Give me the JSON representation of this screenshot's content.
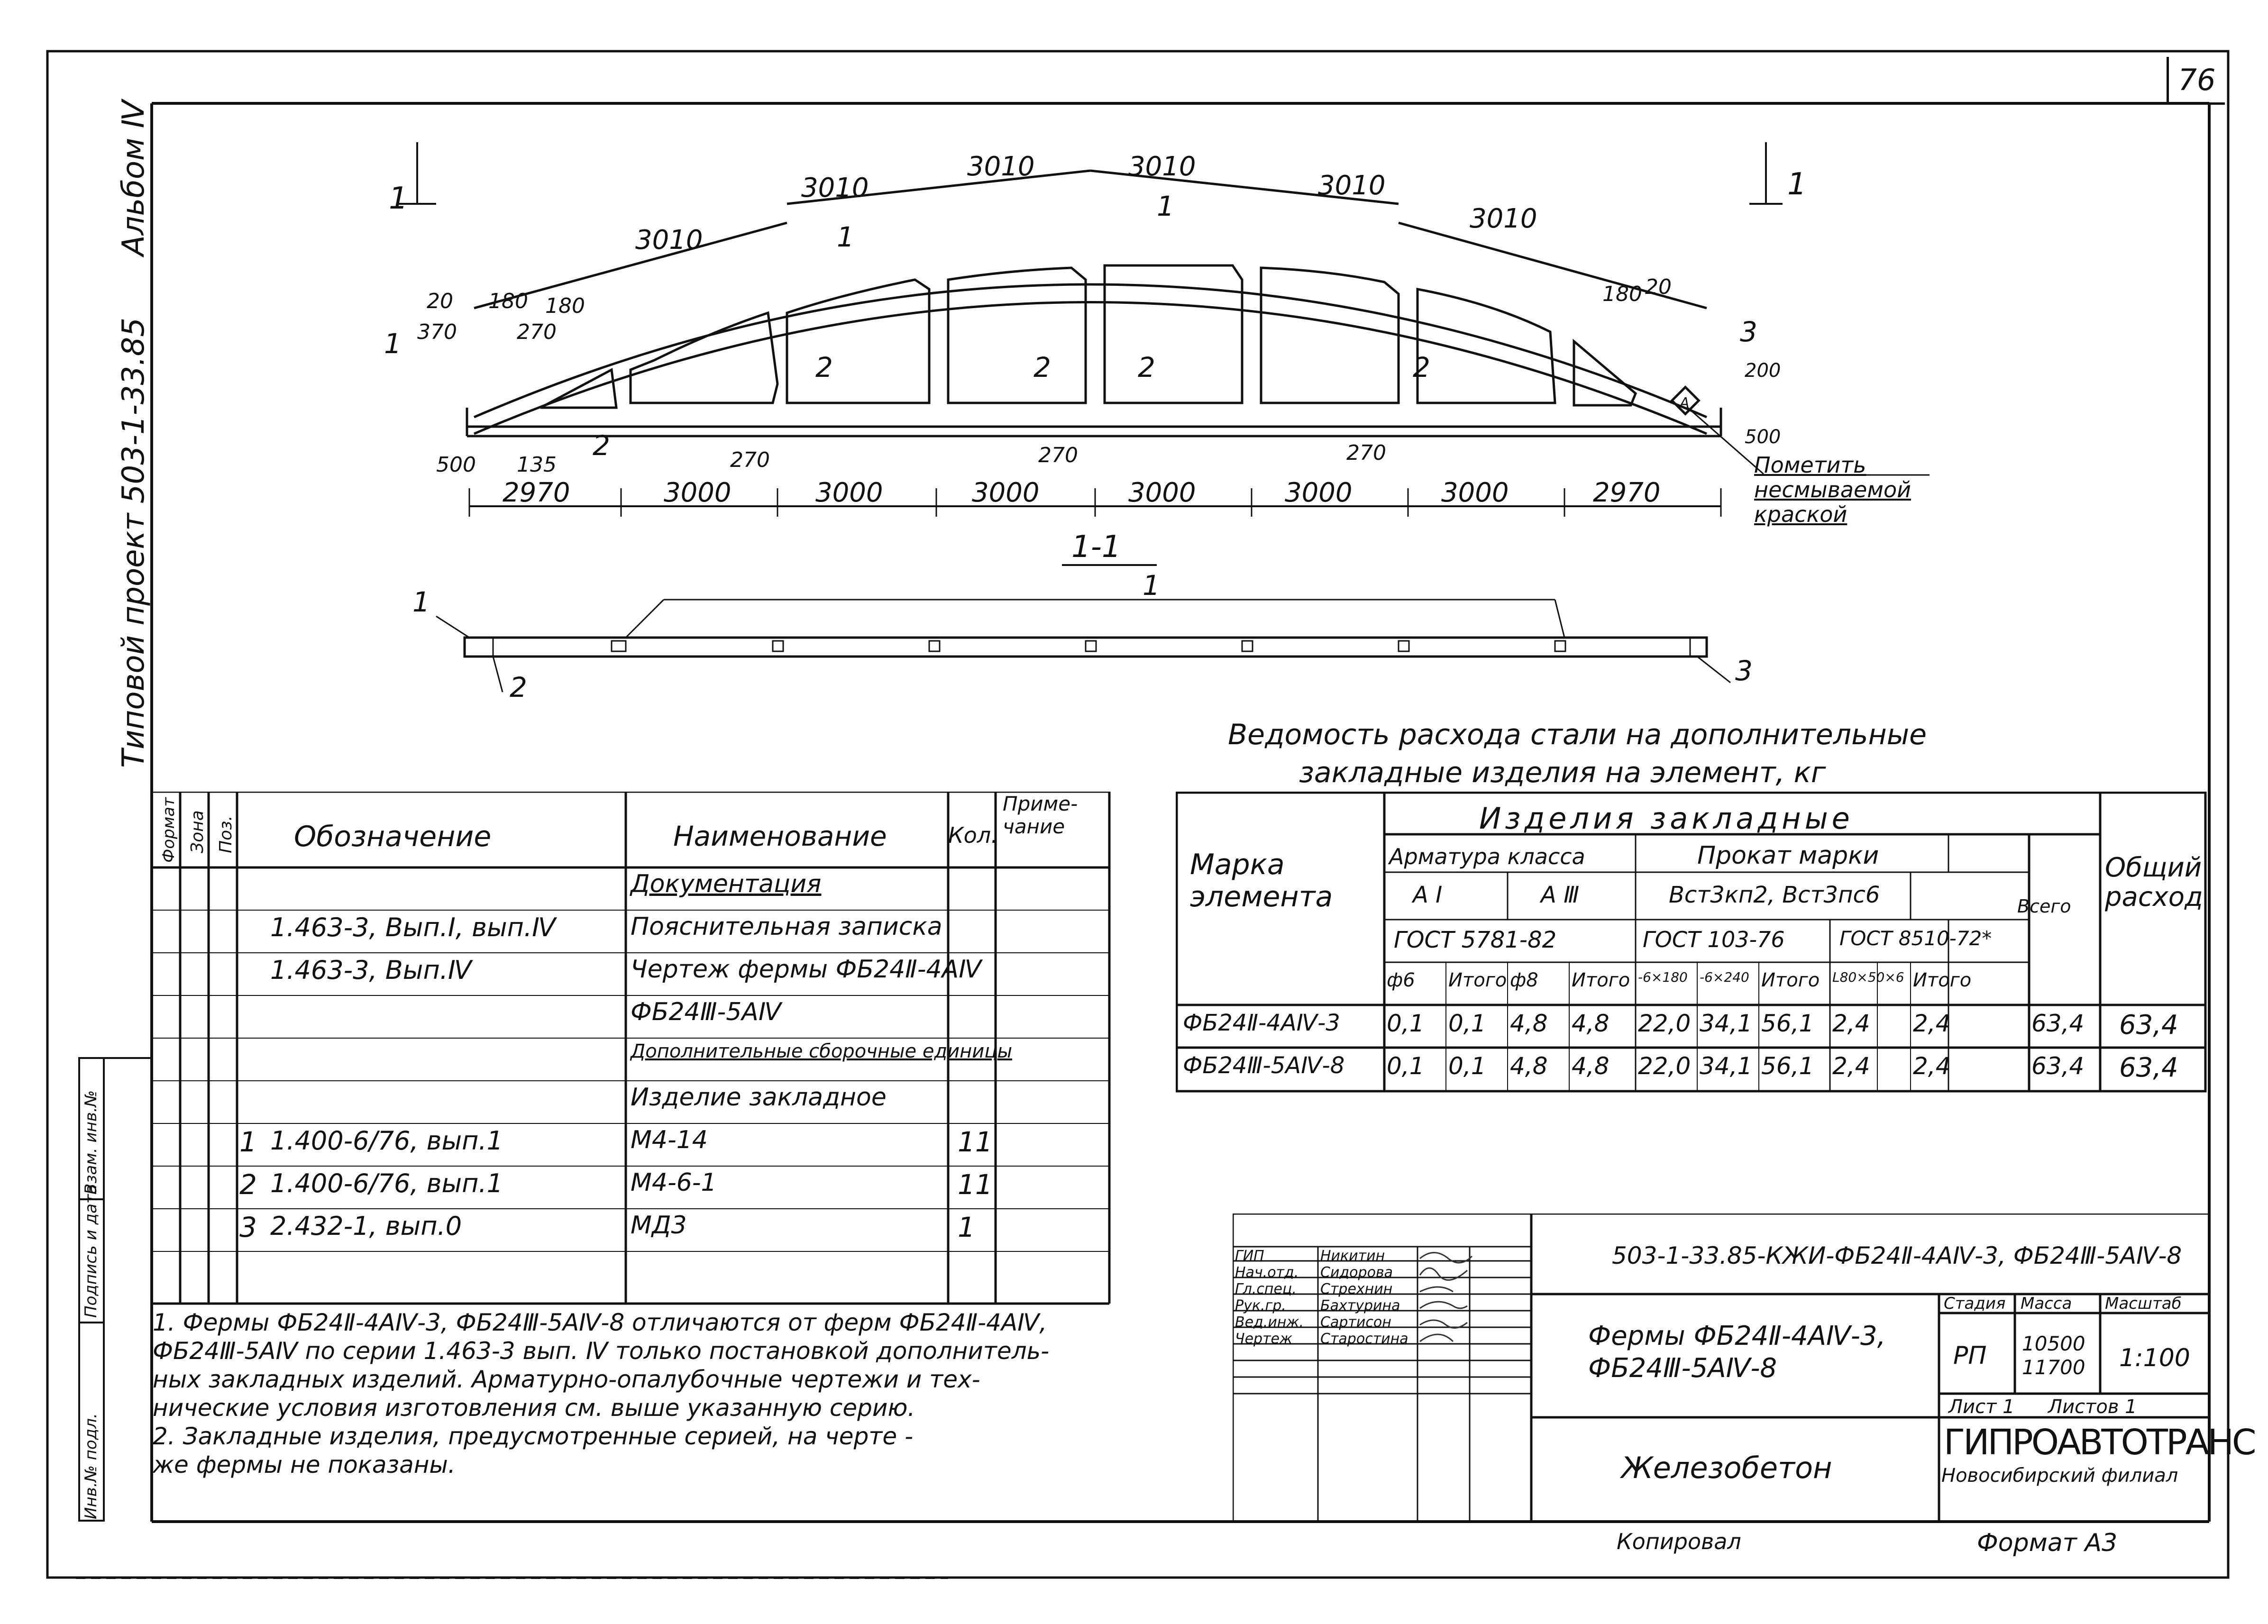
{
  "sheet_number": "76",
  "side": {
    "album": "Альбом Ⅳ",
    "project": "Типовой проект 503-1-33.85",
    "stamp_labels": [
      "Инв.№ подл.",
      "Подпись и дата",
      "Взам. инв.№"
    ]
  },
  "drawing": {
    "top_dims": [
      "3010",
      "3010",
      "3010",
      "3010",
      "3010",
      "3010"
    ],
    "bottom_dims": [
      "2970",
      "3000",
      "3000",
      "3000",
      "3000",
      "3000",
      "3000",
      "2970"
    ],
    "small_dims": [
      "20",
      "180",
      "370",
      "270",
      "180",
      "500",
      "135",
      "270",
      "270",
      "270",
      "180",
      "20",
      "200",
      "500"
    ],
    "callouts": [
      "1",
      "2",
      "3"
    ],
    "section_mark": "1",
    "section_title": "1-1",
    "note_mark": "Пометить несмываемой краской",
    "mark_letter": "A"
  },
  "spec_table": {
    "headers": {
      "format": "Формат",
      "zone": "Зона",
      "pos": "Поз.",
      "designation": "Обозначение",
      "name": "Наименование",
      "qty": "Кол.",
      "note": "Приме-чание"
    },
    "rows": [
      {
        "pos": "",
        "designation": "",
        "name": "Документация",
        "qty": "",
        "underline": true
      },
      {
        "pos": "",
        "designation": "1.463-3, Вып.I, вып.Ⅳ",
        "name": "Пояснительная записка",
        "qty": ""
      },
      {
        "pos": "",
        "designation": "1.463-3, Вып.Ⅳ",
        "name": "Чертеж фермы ФБ24Ⅱ-4АⅣ",
        "qty": ""
      },
      {
        "pos": "",
        "designation": "",
        "name": "ФБ24Ⅲ-5АⅣ",
        "qty": ""
      },
      {
        "pos": "",
        "designation": "",
        "name": "Дополнительные сборочные единицы",
        "qty": "",
        "underline": true
      },
      {
        "pos": "",
        "designation": "",
        "name": "Изделие закладное",
        "qty": ""
      },
      {
        "pos": "1",
        "designation": "1.400-6/76, вып.1",
        "name": "М4-14",
        "qty": "11"
      },
      {
        "pos": "2",
        "designation": "1.400-6/76, вып.1",
        "name": "М4-6-1",
        "qty": "11"
      },
      {
        "pos": "3",
        "designation": "2.432-1, вып.0",
        "name": "МД3",
        "qty": "1"
      },
      {
        "pos": "",
        "designation": "",
        "name": "",
        "qty": ""
      }
    ]
  },
  "notes": [
    "1. Фермы ФБ24Ⅱ-4АⅣ-3, ФБ24Ⅲ-5АⅣ-8 отличаются от ферм ФБ24Ⅱ-4АⅣ,",
    "ФБ24Ⅲ-5АⅣ по серии 1.463-3 вып. Ⅳ только постановкой дополнитель-",
    "ных закладных изделий. Арматурно-опалубочные чертежи и тех-",
    "нические условия изготовления см. выше указанную серию.",
    "2. Закладные изделия, предусмотренные серией, на черте -",
    "же фермы не показаны."
  ],
  "steel_table": {
    "title_line1": "Ведомость расхода стали на дополнительные",
    "title_line2": "закладные изделия на элемент, кг",
    "h_mark": "Марка элемента",
    "h_products": "Изделия закладные",
    "h_rebar": "Арматура класса",
    "h_rolled": "Прокат марки",
    "h_ai": "А I",
    "h_aiii": "А Ⅲ",
    "h_steel": "Вст3кп2, Вст3пс6",
    "h_total": "Всего",
    "h_overall": "Общий расход",
    "h_gost1": "ГОСТ 5781-82",
    "h_gost2": "ГОСТ 103-76",
    "h_gost3": "ГОСТ 8510-72*",
    "sub": [
      "ф6",
      "Итого",
      "ф8",
      "Итого",
      "-6×180",
      "-6×240",
      "Итого",
      "L80×50×6",
      "",
      "Итого"
    ],
    "rows": [
      {
        "mark": "ФБ24Ⅱ-4АⅣ-3",
        "v": [
          "0,1",
          "0,1",
          "4,8",
          "4,8",
          "22,0",
          "34,1",
          "56,1",
          "2,4",
          "",
          "2,4"
        ],
        "total": "63,4",
        "overall": "63,4"
      },
      {
        "mark": "ФБ24Ⅲ-5АⅣ-8",
        "v": [
          "0,1",
          "0,1",
          "4,8",
          "4,8",
          "22,0",
          "34,1",
          "56,1",
          "2,4",
          "",
          "2,4"
        ],
        "total": "63,4",
        "overall": "63,4"
      }
    ]
  },
  "title_block": {
    "code": "503-1-33.85-КЖИ-ФБ24Ⅱ-4АⅣ-3, ФБ24Ⅲ-5АⅣ-8",
    "people": [
      {
        "role": "ГИП",
        "name": "Никитин"
      },
      {
        "role": "Нач.отд.",
        "name": "Сидорова"
      },
      {
        "role": "Гл.спец.",
        "name": "Стрехнин"
      },
      {
        "role": "Рук.гр.",
        "name": "Бахтурина"
      },
      {
        "role": "Вед.инж.",
        "name": "Сартисон"
      },
      {
        "role": "Чертеж",
        "name": "Старостина"
      }
    ],
    "object_name": "Фермы ФБ24Ⅱ-4АⅣ-3, ФБ24Ⅲ-5АⅣ-8",
    "stage_label": "Стадия",
    "mass_label": "Масса",
    "scale_label": "Масштаб",
    "stage": "РП",
    "mass1": "10500",
    "mass2": "11700",
    "scale": "1:100",
    "sheet": "Лист 1",
    "sheets": "Листов 1",
    "material": "Железобетон",
    "org": "ГИПРОАВТОТРАНС",
    "org_branch": "Новосибирский филиал"
  },
  "footer": {
    "copied": "Копировал",
    "format": "Формат А3"
  }
}
